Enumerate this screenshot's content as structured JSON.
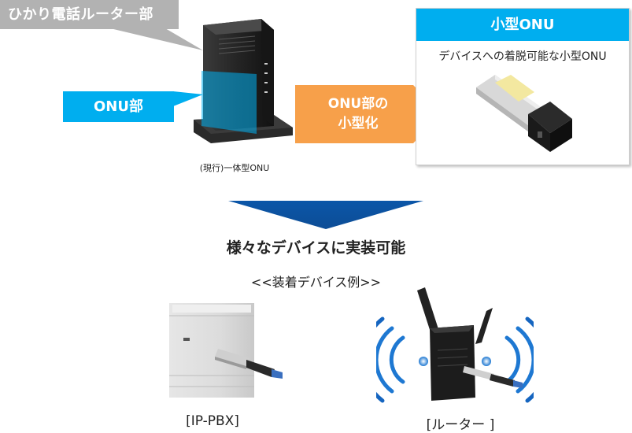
{
  "callout": {
    "label": "ひかり電話ルーター部"
  },
  "onu_label": {
    "text": "ONU部"
  },
  "router": {
    "caption": "(現行)一体型ONU"
  },
  "arrow": {
    "line1": "ONU部の",
    "line2": "小型化"
  },
  "panel": {
    "title": "小型ONU",
    "description": "デバイスへの着脱可能な小型ONU"
  },
  "headline": "様々なデバイスに実装可能",
  "subline": "<<装着デバイス例>>",
  "devices": {
    "pbx_caption": "[IP-PBX]",
    "router_caption": "[ルーター ]"
  },
  "colors": {
    "cyan": "#00aeef",
    "orange": "#f7a04a",
    "gray": "#b2b2b2",
    "dark_blue": "#0b56a8"
  }
}
